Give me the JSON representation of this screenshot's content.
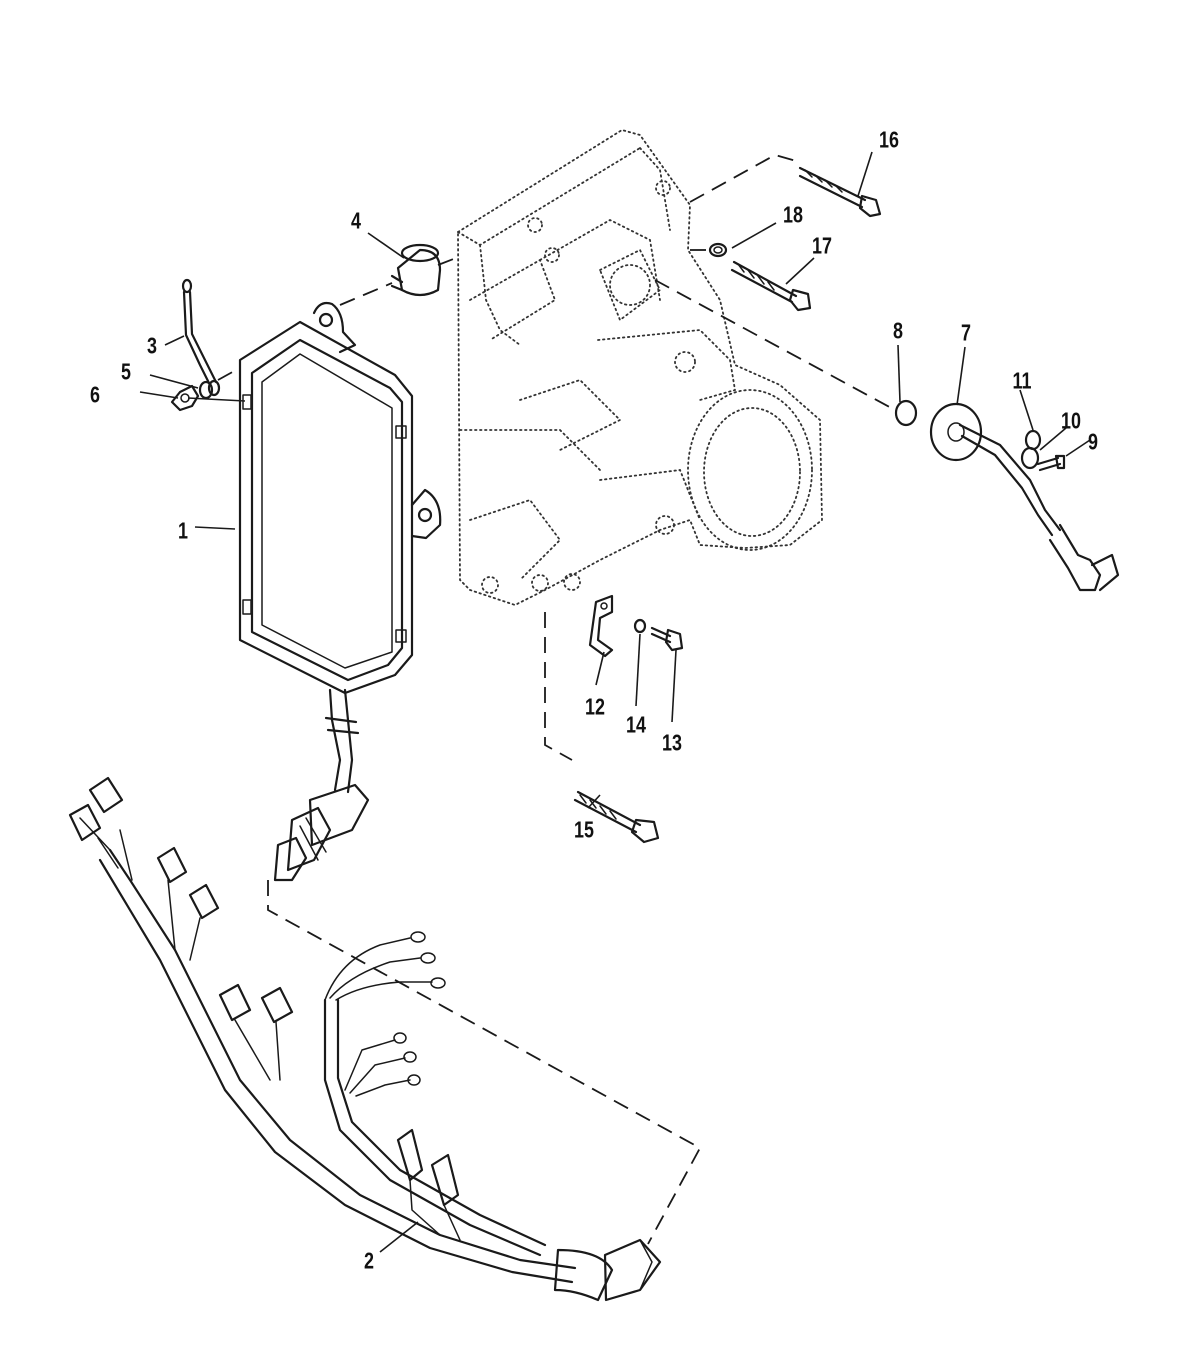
{
  "diagram": {
    "part_labels": [
      "1",
      "2",
      "3",
      "4",
      "5",
      "6",
      "7",
      "8",
      "9",
      "10",
      "11",
      "12",
      "13",
      "14",
      "15",
      "16",
      "17",
      "18"
    ]
  }
}
